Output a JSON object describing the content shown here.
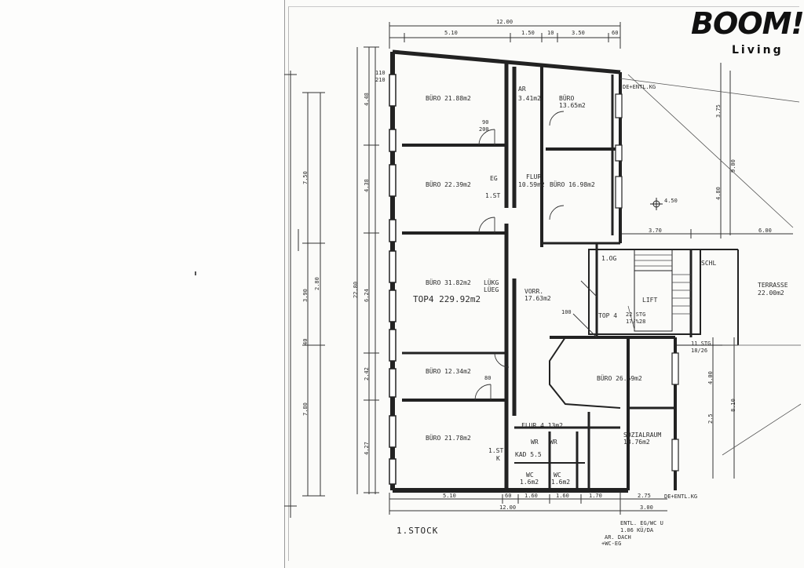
{
  "brand": {
    "name": "BOOM!",
    "tagline": "Living"
  },
  "plan": {
    "floor": "1.STOCK",
    "unit": {
      "name": "TOP 4",
      "area": "229.92 m2",
      "label": "TOP4  229.92m2"
    },
    "rooms": [
      {
        "id": "buero-1",
        "label": "BÜRO 21.88m2"
      },
      {
        "id": "ar",
        "label": "AR"
      },
      {
        "id": "ar-area",
        "label": "3.41m2"
      },
      {
        "id": "buero-2",
        "label": "BÜRO"
      },
      {
        "id": "buero-2-area",
        "label": "13.65m2"
      },
      {
        "id": "buero-3",
        "label": "BÜRO 22.39m2"
      },
      {
        "id": "flur",
        "label": "FLUR"
      },
      {
        "id": "flur-area",
        "label": "10.59m2"
      },
      {
        "id": "buero-4",
        "label": "BÜRO 16.98m2"
      },
      {
        "id": "buero-5",
        "label": "BÜRO 31.82m2"
      },
      {
        "id": "lueg",
        "label": "LÜKG"
      },
      {
        "id": "lueg2",
        "label": "LÜEG"
      },
      {
        "id": "vorr",
        "label": "VORR."
      },
      {
        "id": "vorr-area",
        "label": "17.63m2"
      },
      {
        "id": "top4-small",
        "label": "TOP 4"
      },
      {
        "id": "buero-6",
        "label": "BÜRO 12.34m2"
      },
      {
        "id": "buero-7",
        "label": "BÜRO 26.69m2"
      },
      {
        "id": "buero-8",
        "label": "BÜRO 21.78m2"
      },
      {
        "id": "flur-2",
        "label": "FLUR 4.13m2"
      },
      {
        "id": "sozialraum",
        "label": "SOZIALRAUM"
      },
      {
        "id": "sozialraum-area",
        "label": "18.76m2"
      },
      {
        "id": "wc-1",
        "label": "WC"
      },
      {
        "id": "wc-1-area",
        "label": "1.6m2"
      },
      {
        "id": "wc-2",
        "label": "WC"
      },
      {
        "id": "wc-2-area",
        "label": "1.6m2"
      },
      {
        "id": "wr-1",
        "label": "WR"
      },
      {
        "id": "wr-2",
        "label": "WR"
      },
      {
        "id": "kad",
        "label": "KAD 5.5"
      },
      {
        "id": "lift",
        "label": "LIFT"
      },
      {
        "id": "terrasse",
        "label": "TERRASSE"
      },
      {
        "id": "terrasse-area",
        "label": "22.00m2"
      },
      {
        "id": "schl",
        "label": "SCHL"
      },
      {
        "id": "og",
        "label": "1.OG"
      },
      {
        "id": "eg",
        "label": "EG"
      },
      {
        "id": "first-st",
        "label": "1.ST"
      },
      {
        "id": "first-st-2",
        "label": "1.ST"
      },
      {
        "id": "k",
        "label": "K"
      }
    ],
    "notes": {
      "de_entl_top": "DE+ENTL.KG",
      "de_entl_bottom": "DE+ENTL.KG",
      "entl": "ENTL. EG/WC U",
      "entl2": "1.06 KÜ/DA",
      "ar_dach": "AR. DACH",
      "wc_eg": "+WC-EG",
      "stg1": "22 STG",
      "stg1b": "17/%28",
      "stg2": "11 STG",
      "stg2b": "18/26",
      "level": "4.50"
    },
    "dims_top": [
      "12.00",
      "5.10",
      "1.50",
      "10",
      "3.50",
      "60"
    ],
    "dims_bottom": [
      "5.10",
      "60",
      "1.60",
      "1.60",
      "1.70",
      "2.75",
      "12.00",
      "3.00"
    ],
    "dims_left": [
      "4.48",
      "4.38",
      "6.24",
      "2.42",
      "4.27",
      "7.50",
      "3.90",
      "7.80",
      "22.80",
      "2.80",
      "40"
    ],
    "dims_right": [
      "3.75",
      "4.80",
      "9.00",
      "3.70",
      "6.00",
      "4.00",
      "8.10",
      "2.5"
    ],
    "window_marks": [
      "110",
      "210"
    ],
    "door_marks": [
      "90",
      "200",
      "80",
      "100"
    ]
  }
}
